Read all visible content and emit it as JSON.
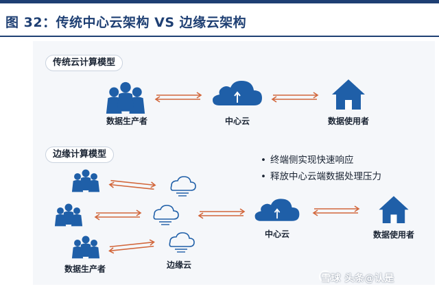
{
  "header": {
    "title": "图 32：传统中心云架构 VS 边缘云架构"
  },
  "traditional": {
    "section_label": "传统云计算模型",
    "producers_label": "数据生产者",
    "cloud_label": "中心云",
    "users_label": "数据使用者"
  },
  "edge": {
    "section_label": "边缘计算模型",
    "producers_label": "数据生产者",
    "edge_label": "边缘云",
    "cloud_label": "中心云",
    "users_label": "数据使用者"
  },
  "notes": [
    "终端侧实现快速响应",
    "释放中心云端数据处理压力"
  ],
  "watermark": "雪球  头条@认是",
  "colors": {
    "navy": "#1e3f73",
    "blue": "#1f5fa8",
    "arrow": "#d2663a"
  },
  "icons": [
    "people-group-icon",
    "cloud-upload-icon",
    "house-icon",
    "small-cloud-icon",
    "double-arrow-icon"
  ]
}
